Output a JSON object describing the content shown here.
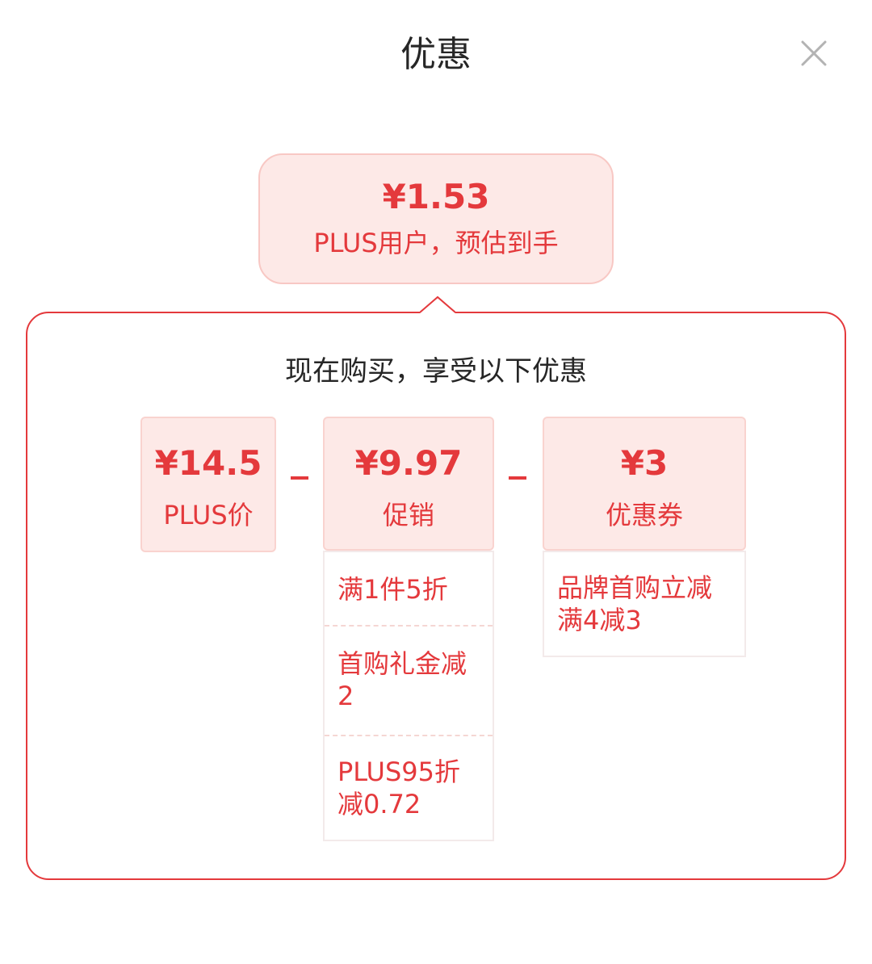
{
  "header": {
    "title": "优惠"
  },
  "estimate": {
    "amount": "¥1.53",
    "label": "PLUS用户，预估到手"
  },
  "panel": {
    "subtitle": "现在购买，享受以下优惠",
    "plus_price": {
      "amount": "¥14.5",
      "label": "PLUS价"
    },
    "operator_1": "-",
    "promotion": {
      "amount": "¥9.97",
      "label": "促销",
      "items": [
        "满1件5折",
        "首购礼金减2",
        "PLUS95折减0.72"
      ]
    },
    "operator_2": "-",
    "coupon": {
      "amount": "¥3",
      "label": "优惠券",
      "items": [
        "品牌首购立减满4减3"
      ]
    }
  },
  "colors": {
    "accent": "#e4393c",
    "bubble_bg": "#fde9e7",
    "title_text": "#262626"
  }
}
